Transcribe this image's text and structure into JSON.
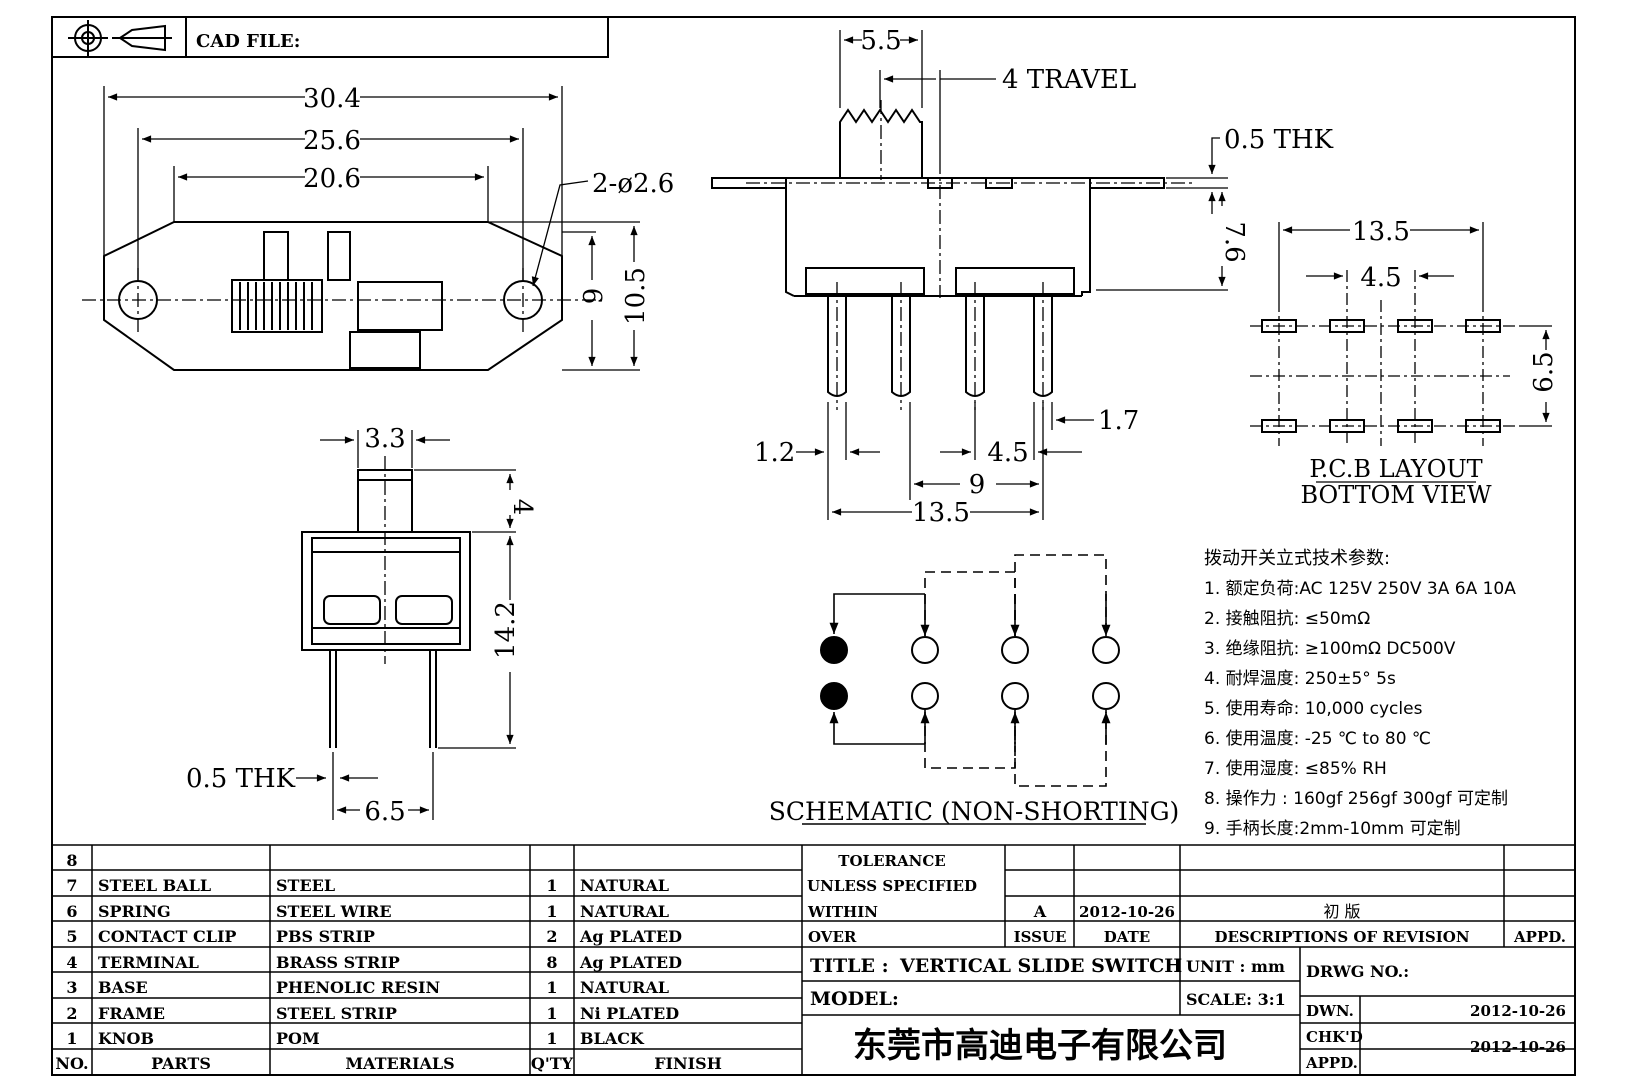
{
  "header": {
    "cad_file_label": "CAD FILE:"
  },
  "top_view": {
    "dim_overall": "30.4",
    "dim_holes": "25.6",
    "dim_body": "20.6",
    "dim_hole_dia": "2-ø2.6",
    "dim_9": "9",
    "dim_10_5": "10.5"
  },
  "side_view": {
    "dim_knob_width": "3.3",
    "dim_4": "4",
    "dim_14_2": "14.2",
    "dim_thk": "0.5 THK",
    "dim_6_5": "6.5"
  },
  "front_view": {
    "dim_5_5": "5.5",
    "dim_travel": "4 TRAVEL",
    "dim_thk": "0.5 THK",
    "dim_7_6": "7.6",
    "dim_1_2": "1.2",
    "dim_4_5": "4.5",
    "dim_1_7": "1.7",
    "dim_9": "9",
    "dim_13_5": "13.5"
  },
  "pcb": {
    "dim_13_5": "13.5",
    "dim_4_5": "4.5",
    "dim_6_5": "6.5",
    "label_1": "P.C.B LAYOUT",
    "label_2": "BOTTOM VIEW"
  },
  "schematic": {
    "title": "SCHEMATIC (NON-SHORTING)"
  },
  "specs": {
    "title": "拨动开关立式技术参数:",
    "items": [
      "1. 额定负荷:AC 125V 250V   3A   6A   10A",
      "2. 接触阻抗: ≤50mΩ",
      "3. 绝缘阻抗: ≥100mΩ  DC500V",
      "4. 耐焊温度: 250±5°  5s",
      "5. 使用寿命: 10,000 cycles",
      "6. 使用温度: -25 ℃  to 80 ℃",
      "7. 使用湿度: ≤85% RH",
      "8. 操作力 : 160gf   256gf   300gf  可定制",
      "9. 手柄长度:2mm-10mm  可定制"
    ]
  },
  "parts": {
    "headers": {
      "no": "NO.",
      "parts": "PARTS",
      "materials": "MATERIALS",
      "qty": "Q'TY",
      "finish": "FINISH"
    },
    "rows": [
      {
        "no": "8"
      },
      {
        "no": "7",
        "part": "STEEL BALL",
        "material": "STEEL",
        "qty": "1",
        "finish": "NATURAL"
      },
      {
        "no": "6",
        "part": "SPRING",
        "material": "STEEL WIRE",
        "qty": "1",
        "finish": "NATURAL"
      },
      {
        "no": "5",
        "part": "CONTACT CLIP",
        "material": "PBS STRIP",
        "qty": "2",
        "finish": "Ag PLATED"
      },
      {
        "no": "4",
        "part": "TERMINAL",
        "material": "BRASS STRIP",
        "qty": "8",
        "finish": "Ag PLATED"
      },
      {
        "no": "3",
        "part": "BASE",
        "material": "PHENOLIC RESIN",
        "qty": "1",
        "finish": "NATURAL"
      },
      {
        "no": "2",
        "part": "FRAME",
        "material": "STEEL STRIP",
        "qty": "1",
        "finish": "Ni PLATED"
      },
      {
        "no": "1",
        "part": "KNOB",
        "material": "POM",
        "qty": "1",
        "finish": "BLACK"
      }
    ]
  },
  "title_block": {
    "tolerance": "TOLERANCE",
    "unless_specified": "UNLESS  SPECIFIED",
    "within": "WITHIN",
    "over": "OVER",
    "issue_value": "A",
    "date_value": "2012-10-26",
    "revision_text": "初  版",
    "issue_label": "ISSUE",
    "date_label": "DATE",
    "descriptions_label": "DESCRIPTIONS OF REVISION",
    "appd_label": "APPD.",
    "title_label": "TITLE :",
    "title": "VERTICAL  SLIDE  SWITCH",
    "unit": "UNIT :  mm",
    "drwg_no": "DRWG NO.:",
    "model": "MODEL:",
    "scale": "SCALE:  3:1",
    "dwn_label": "DWN.",
    "dwn_date": "2012-10-26",
    "chkd_label": "CHK'D",
    "chkd_date": "2012-10-26",
    "appd_sign_label": "APPD.",
    "company": "东莞市高迪电子有限公司"
  }
}
